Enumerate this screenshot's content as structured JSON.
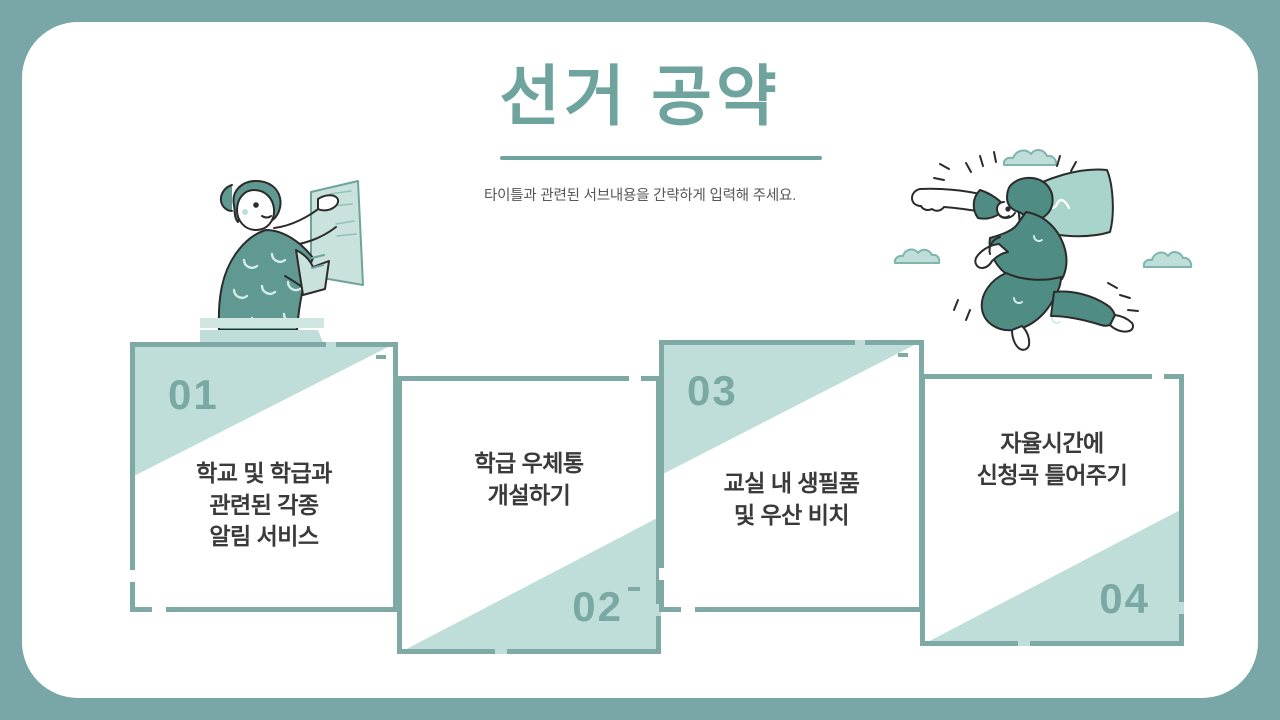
{
  "slide": {
    "background_color": "#79a7a8",
    "panel_color": "#ffffff",
    "accent_color": "#6ea49d",
    "accent_light_color": "#bfded9",
    "text_color": "#3a3a3a"
  },
  "header": {
    "title": "선거 공약",
    "subtitle": "타이틀과 관련된 서브내용을 간략하게 입력해 주세요."
  },
  "illustrations": [
    {
      "name": "person-pointing-at-poster",
      "position": "left"
    },
    {
      "name": "flying-superhero-with-cape",
      "position": "right"
    }
  ],
  "cards": [
    {
      "number": "01",
      "text": "학교 및 학급과\n관련된 각종\n알림 서비스",
      "number_position": "top-left",
      "fill_position": "top"
    },
    {
      "number": "02",
      "text": "학급 우체통\n개설하기",
      "number_position": "bottom-right",
      "fill_position": "bottom"
    },
    {
      "number": "03",
      "text": "교실 내 생필품\n및 우산 비치",
      "number_position": "top-left",
      "fill_position": "top"
    },
    {
      "number": "04",
      "text": "자율시간에\n신청곡 틀어주기",
      "number_position": "bottom-right",
      "fill_position": "bottom"
    }
  ]
}
